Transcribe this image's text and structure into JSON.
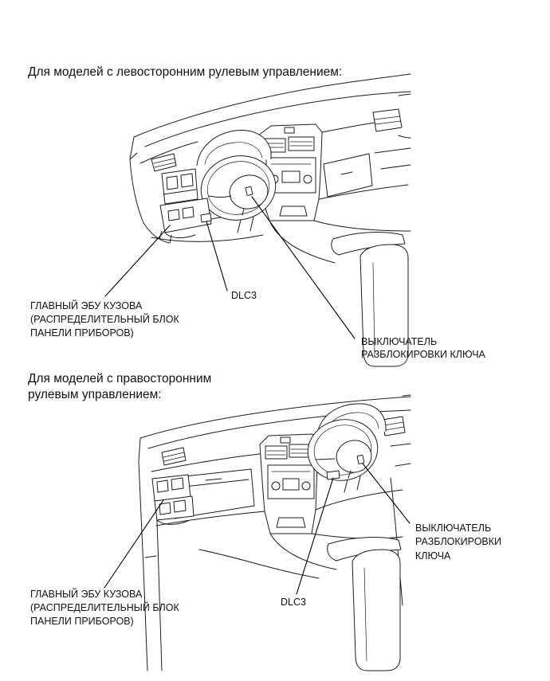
{
  "lhd": {
    "heading": "Для моделей с левосторонним рулевым управлением:",
    "body_ecu_label": [
      "ГЛАВНЫЙ ЭБУ КУЗОВА",
      "(РАСПРЕДЕЛИТЕЛЬНЫЙ БЛОК",
      "ПАНЕЛИ ПРИБОРОВ)"
    ],
    "dlc3_label": "DLC3",
    "key_unlock_switch_label": [
      "ВЫКЛЮЧАТЕЛЬ",
      "РАЗБЛОКИРОВКИ КЛЮЧА"
    ]
  },
  "rhd": {
    "heading": [
      "Для моделей с правосторонним",
      "рулевым управлением:"
    ],
    "body_ecu_label": [
      "ГЛАВНЫЙ ЭБУ КУЗОВА",
      "(РАСПРЕДЕЛИТЕЛЬНЫЙ БЛОК",
      "ПАНЕЛИ ПРИБОРОВ)"
    ],
    "dlc3_label": "DLC3",
    "key_unlock_switch_label": [
      "ВЫКЛЮЧАТЕЛЬ",
      "РАЗБЛОКИРОВКИ",
      "КЛЮЧА"
    ]
  }
}
